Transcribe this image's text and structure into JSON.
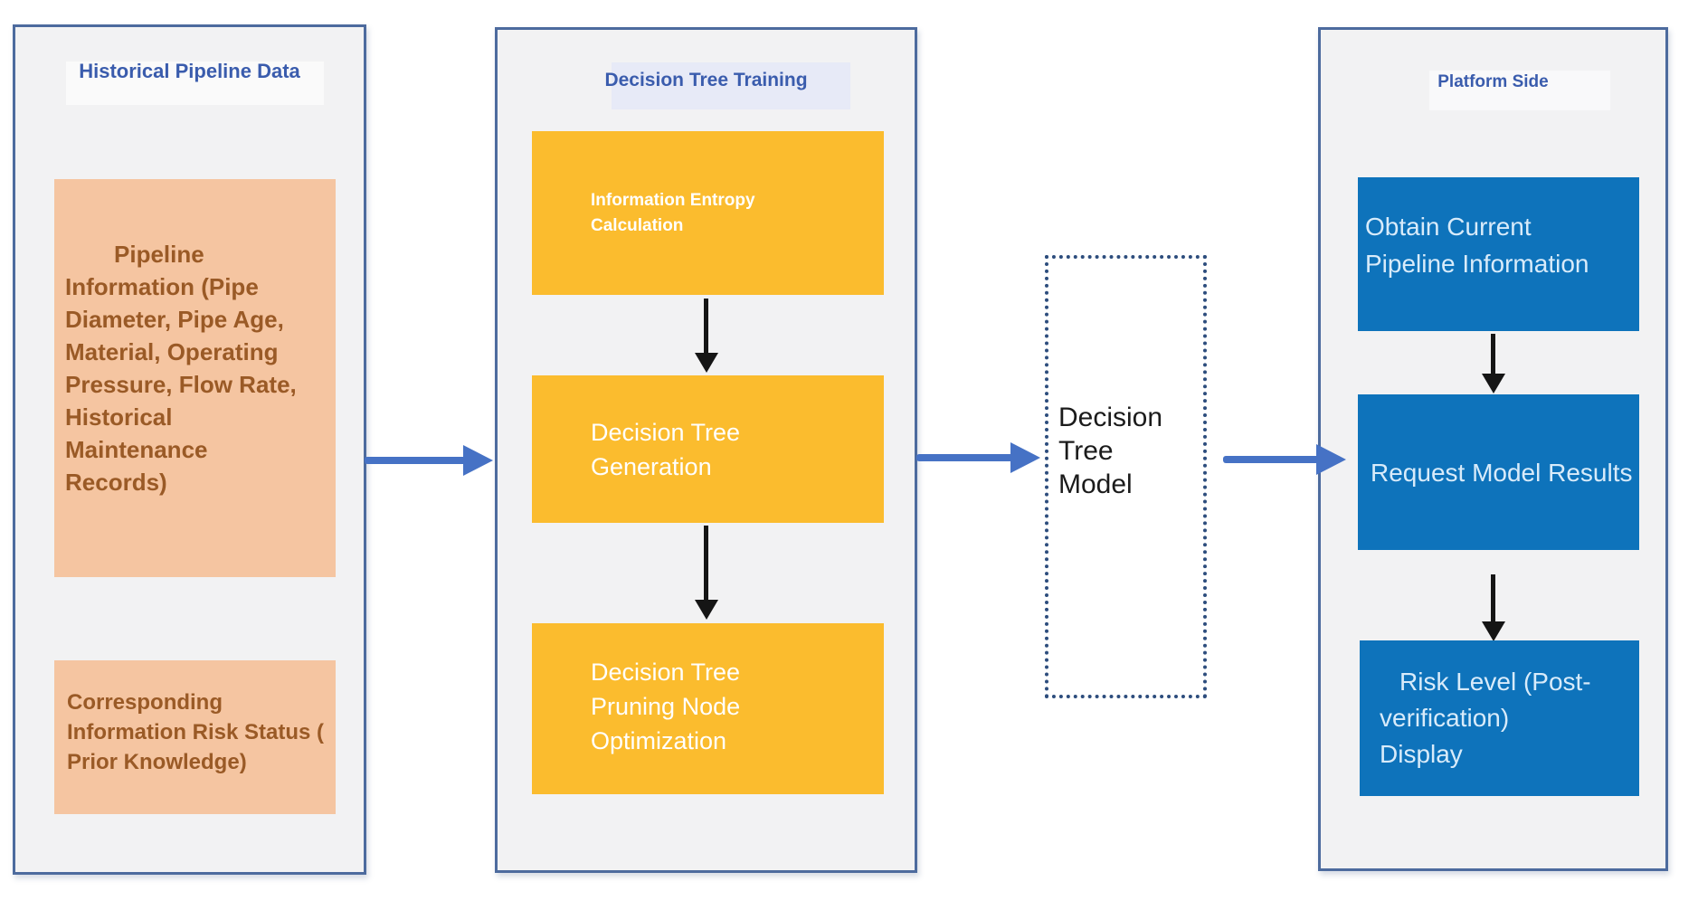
{
  "colors": {
    "page-bg": "#ffffff",
    "panel-bg": "#f2f2f3",
    "panel-border": "#4d6b9e",
    "title-blue": "#3a5cad",
    "orange-box": "#f5c5a1",
    "orange-text": "#9a5a26",
    "yellow-box": "#fbbc2e",
    "yellow-text": "#ffffff",
    "blue-box": "#0e73bb",
    "blue-box-text": "#d8ebfa",
    "model-border": "#2d4d7d",
    "model-text": "#1b1b1b",
    "flow-arrow": "#4672c5",
    "step-arrow": "#151515"
  },
  "panels": {
    "left": {
      "title": "Historical Pipeline Data",
      "boxes": [
        {
          "text": "Pipeline\nInformation (Pipe\nDiameter, Pipe Age,\nMaterial, Operating\nPressure, Flow Rate,\nHistorical Maintenance\nRecords)"
        },
        {
          "text": "Corresponding\nInformation Risk Status (\nPrior Knowledge)"
        }
      ]
    },
    "middle": {
      "title": "Decision Tree Training",
      "boxes": [
        {
          "text": "Information Entropy\nCalculation"
        },
        {
          "text": "Decision Tree\nGeneration"
        },
        {
          "text": "Decision Tree\nPruning Node\nOptimization"
        }
      ]
    },
    "model": {
      "text": "Decision\nTree\nModel"
    },
    "right": {
      "title": "Platform Side",
      "boxes": [
        {
          "text": "Obtain Current\nPipeline Information"
        },
        {
          "text": "Request Model Results"
        },
        {
          "text": "Risk Level (Post-\nverification)\nDisplay"
        }
      ]
    }
  }
}
